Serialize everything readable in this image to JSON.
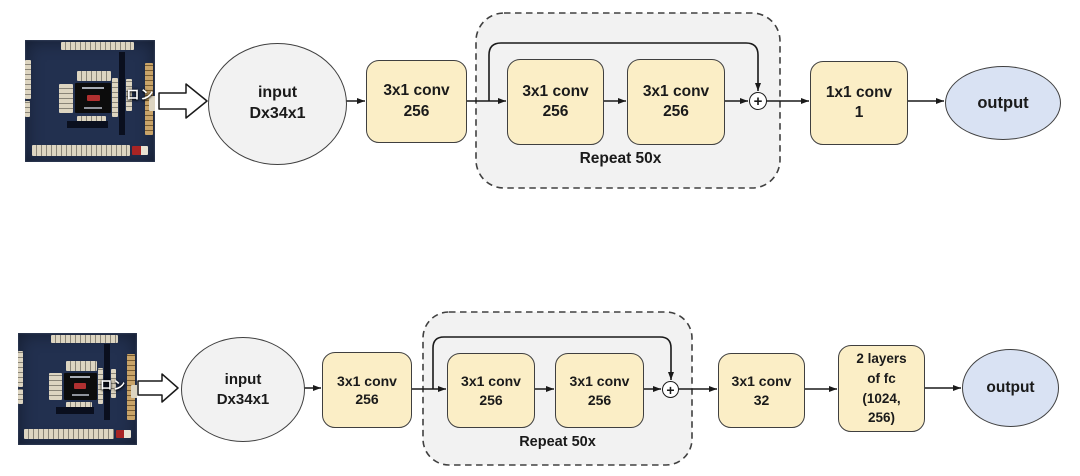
{
  "colors": {
    "box_fill": "#fbeec6",
    "box_border": "#3f3f3f",
    "container_fill": "#f2f2f2",
    "container_border": "#404040",
    "node_fill": "#f2f2f2",
    "node_border": "#404040",
    "output_fill": "#d9e2f3",
    "line": "#1a1a1a",
    "canvas": "#ffffff",
    "mahjong_bg": "#22304f"
  },
  "icons": {
    "add": "plus-in-circle",
    "flow_arrow": "hollow-right-arrow"
  },
  "top_row": {
    "ron_label": "ロン",
    "input_node": {
      "line1": "input",
      "line2": "Dx34x1"
    },
    "conv_in": {
      "line1": "3x1 conv",
      "line2": "256"
    },
    "residual_block": {
      "conv1": {
        "line1": "3x1 conv",
        "line2": "256"
      },
      "conv2": {
        "line1": "3x1 conv",
        "line2": "256"
      },
      "add_symbol": "+",
      "repeat_label": "Repeat 50x"
    },
    "conv_out": {
      "line1": "1x1 conv",
      "line2": "1"
    },
    "output_node": "output"
  },
  "bottom_row": {
    "ron_label": "ロン",
    "input_node": {
      "line1": "input",
      "line2": "Dx34x1"
    },
    "conv_in": {
      "line1": "3x1 conv",
      "line2": "256"
    },
    "residual_block": {
      "conv1": {
        "line1": "3x1 conv",
        "line2": "256"
      },
      "conv2": {
        "line1": "3x1 conv",
        "line2": "256"
      },
      "add_symbol": "+",
      "repeat_label": "Repeat 50x"
    },
    "conv_out": {
      "line1": "3x1 conv",
      "line2": "32"
    },
    "fc_block": {
      "line1": "2 layers",
      "line2": "of fc",
      "line3": "(1024,",
      "line4": "256)"
    },
    "output_node": "output"
  }
}
